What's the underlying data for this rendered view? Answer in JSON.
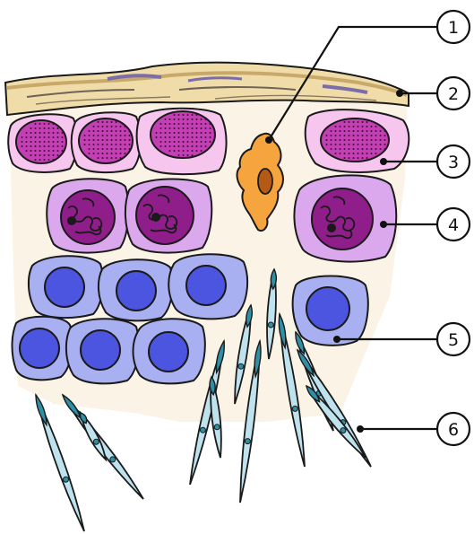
{
  "colors": {
    "background_tissue": "#fbf3e6",
    "outer_layer": "#f0dca8",
    "outer_layer_dark": "#c9a96a",
    "outer_streak": "#7b6cab",
    "layer3_cell": "#f7c6ee",
    "layer3_nucleus": "#c43fb4",
    "layer4_cell": "#dba8ee",
    "layer4_nucleus": "#8f1d8a",
    "layer5_cell": "#a8b0f2",
    "layer5_nucleus": "#4c55e0",
    "layer1_cell": "#f6a43e",
    "layer1_core": "#b55a16",
    "layer6_cell": "#bfe3ee",
    "layer6_dark": "#2f8fa6",
    "outline": "#1a1a1a"
  },
  "callouts": [
    {
      "label": "1"
    },
    {
      "label": "2"
    },
    {
      "label": "3"
    },
    {
      "label": "4"
    },
    {
      "label": "5"
    },
    {
      "label": "6"
    }
  ]
}
